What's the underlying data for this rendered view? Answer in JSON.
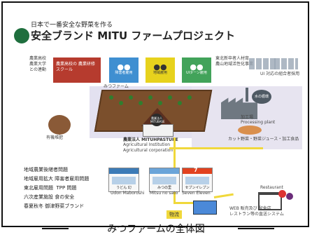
{
  "header": {
    "top_text": "日本で一番安全な野菜を作る",
    "main_title": "安全ブランド MITU ファームプロジェクト"
  },
  "left_labels": {
    "partners": "農業高校\n農業大学\nとの連動",
    "red_box": "農業高校の\n農業研修スクール",
    "organic": "有機堆肥"
  },
  "icons": [
    {
      "name": "blue-people",
      "label": "障害者雇用"
    },
    {
      "name": "yellow-people",
      "label": "地域雇用"
    },
    {
      "name": "green-people",
      "label": "UIターン雇用"
    }
  ],
  "right_top_labels": {
    "note": "東北新卒者人材育\n農山地域活性化事業",
    "ui": "UI 対応の組合者採用"
  },
  "diagram": {
    "farm": "みつファーム",
    "badge": "農業法人\nMITUBASE",
    "farmhouse": "農業法人 MITUHPASTURE",
    "farm_note": "Agricultural Institution\nAgricultural corporation",
    "factory": "加工場",
    "factory_sub": "Processing plant",
    "cloud": "水の循環",
    "process_note": "カット野菜・野菜ジュース・加工食品"
  },
  "left_list": {
    "lines": "地域農業後継者問題\n地域雇用拡大 障害者雇用問題\n東北雇用問題  TPP 問題\n六次産業施設 食の安全\n春夏秋冬 御津野菜ブランド"
  },
  "stores": [
    {
      "name": "うどん 幻",
      "sub": "Udon Maboroshi"
    },
    {
      "name": "みつの里",
      "sub": "Mitsu no sato"
    },
    {
      "name": "セブンイレブン",
      "sub": "Seven Eleven"
    }
  ],
  "logistics": {
    "distribution": "物流",
    "delivery": "WEB 販売及び 配食店\nレストラン等の直送システム",
    "restaurant": "Restaurant"
  },
  "caption": "みつファームの全体図"
}
